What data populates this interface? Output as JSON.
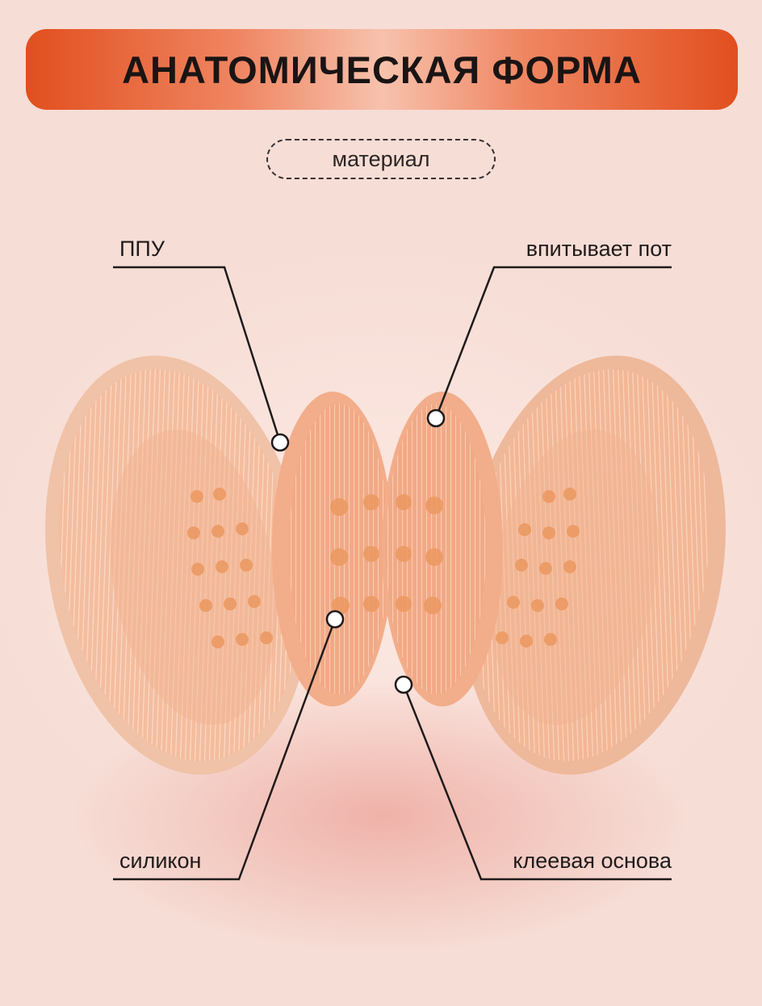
{
  "banner": {
    "title": "АНАТОМИЧЕСКАЯ ФОРМА"
  },
  "material_pill": {
    "label": "материал"
  },
  "callouts": {
    "top_left": "ППУ",
    "top_right": "впитывает пот",
    "bottom_left": "силикон",
    "bottom_right": "клеевая основа"
  },
  "colors": {
    "banner_orange": "#e24f1e",
    "background": "#f6ddd5",
    "pad_peach": "#f3b795",
    "silicone_dot": "#ec9a63"
  }
}
